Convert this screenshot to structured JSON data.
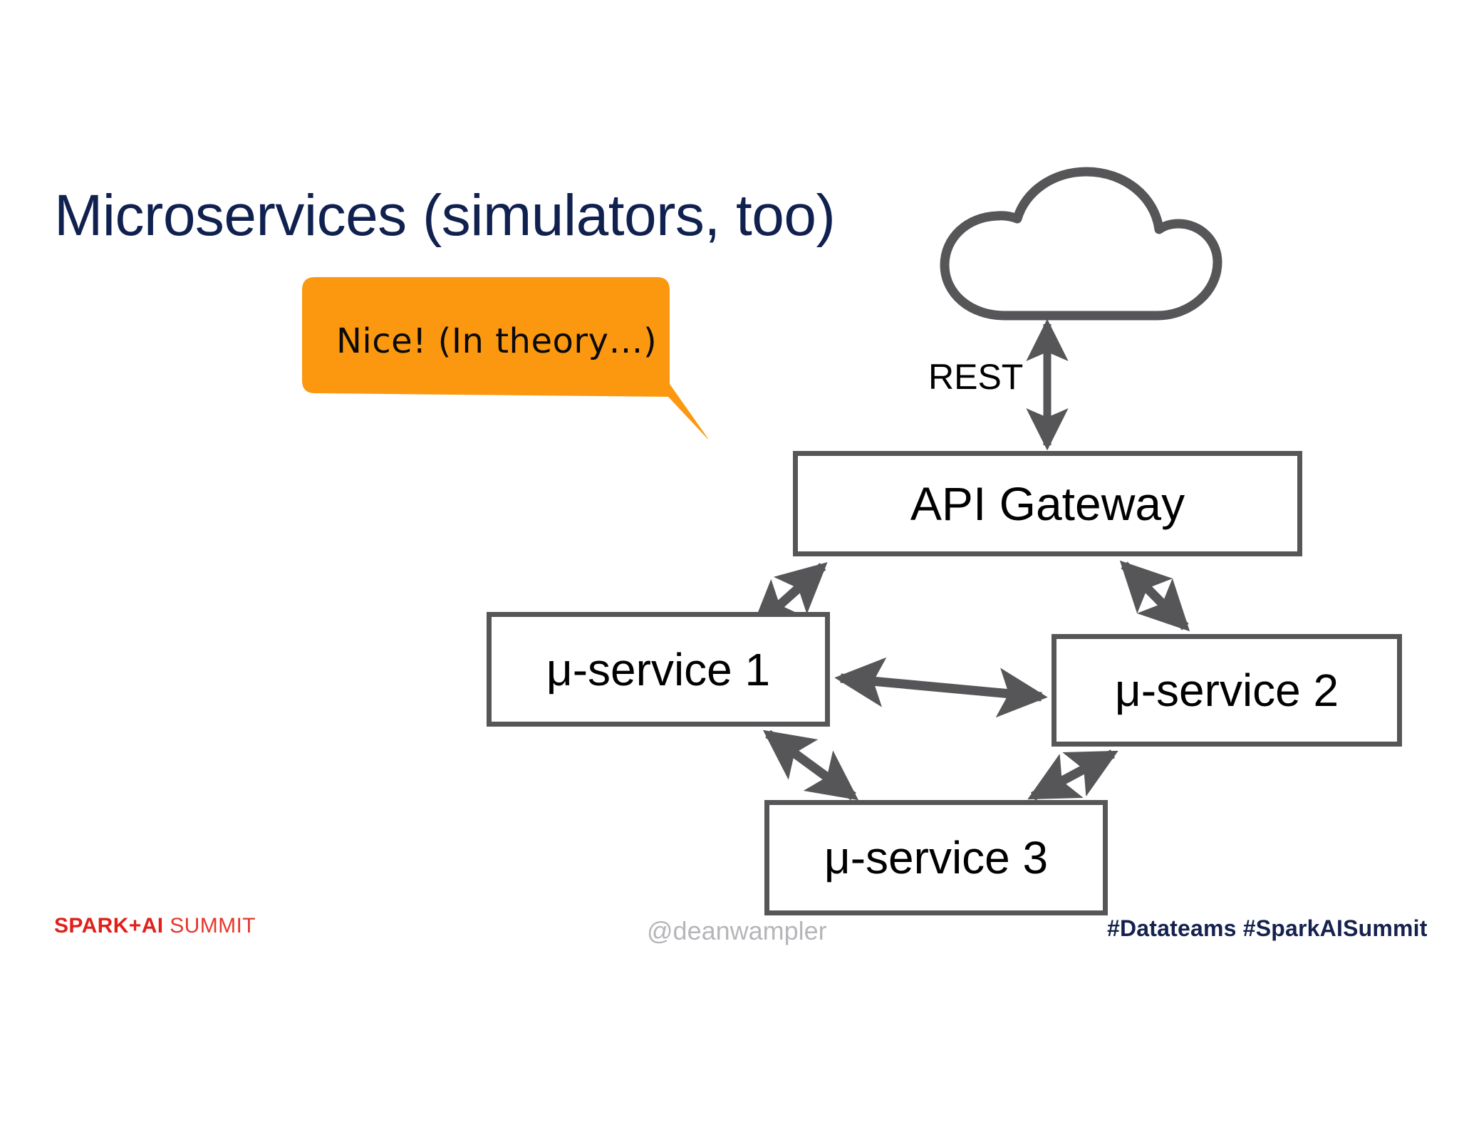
{
  "slide": {
    "title": "Microservices (simulators, too)",
    "background_color": "#ffffff",
    "title_color": "#10214f"
  },
  "callout": {
    "text": "Nice! (In theory…)",
    "fill_color": "#fb9810",
    "text_color": "#0a0a0a",
    "tail_direction": "down-right"
  },
  "diagram": {
    "stroke_color": "#565659",
    "node_fill": "#ffffff",
    "label_color": "#000000",
    "cloud": {
      "name": "cloud-icon",
      "label": ""
    },
    "edge_labels": [
      {
        "id": "rest",
        "text": "REST"
      }
    ],
    "nodes": [
      {
        "id": "gateway",
        "label": "API Gateway"
      },
      {
        "id": "svc1",
        "label": "μ-service 1"
      },
      {
        "id": "svc2",
        "label": "μ-service 2"
      },
      {
        "id": "svc3",
        "label": "μ-service 3"
      }
    ],
    "edges": [
      {
        "from": "cloud",
        "to": "gateway",
        "arrows": "both",
        "label": "REST"
      },
      {
        "from": "gateway",
        "to": "svc1",
        "arrows": "both",
        "label": ""
      },
      {
        "from": "gateway",
        "to": "svc2",
        "arrows": "both",
        "label": ""
      },
      {
        "from": "svc1",
        "to": "svc2",
        "arrows": "both",
        "label": ""
      },
      {
        "from": "svc1",
        "to": "svc3",
        "arrows": "both",
        "label": ""
      },
      {
        "from": "svc2",
        "to": "svc3",
        "arrows": "both",
        "label": ""
      }
    ]
  },
  "footer": {
    "logo_bold": "SPARK+AI",
    "logo_light": " SUMMIT",
    "handle": "@deanwampler",
    "hashtags": "#Datateams  #SparkAISummit",
    "logo_color": "#e0211b",
    "handle_color": "#b6b6ba",
    "hashtags_color": "#16224e"
  }
}
